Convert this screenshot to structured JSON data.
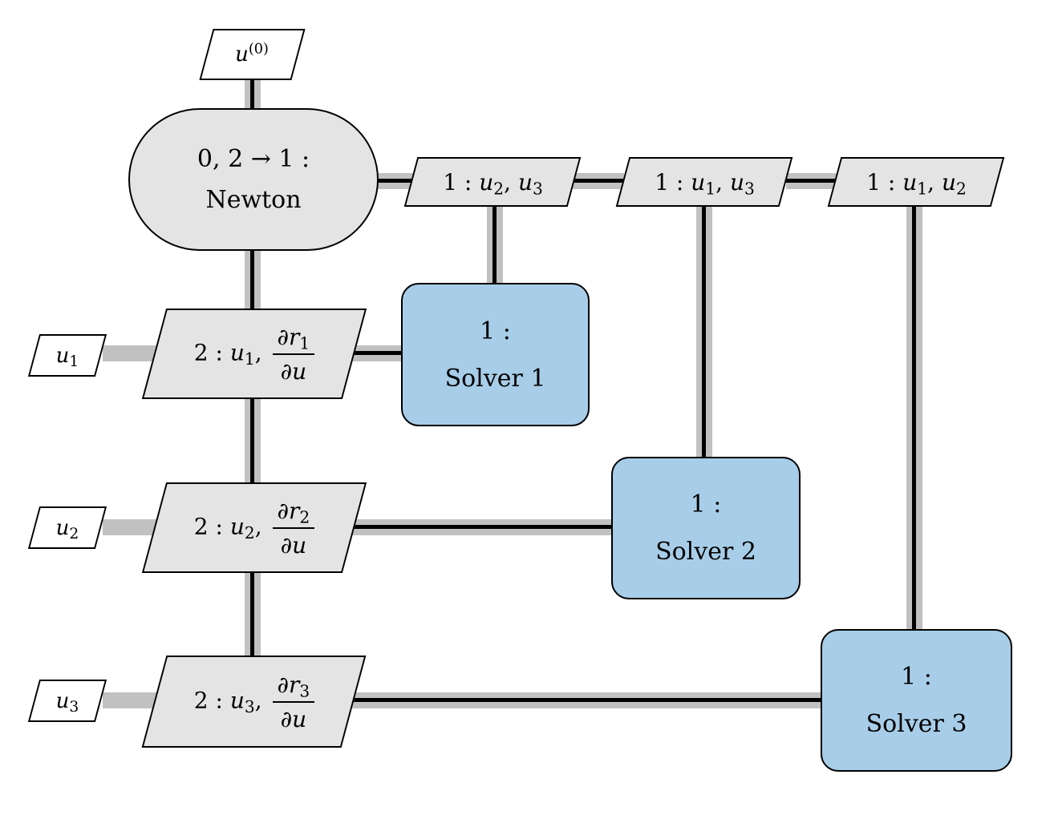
{
  "colors": {
    "node_fill": "#e4e4e4",
    "solver_fill": "#a8cde8",
    "io_fill": "#ffffff",
    "data_line": "#c1c1c1",
    "process_line": "#000000",
    "border": "#000000"
  },
  "nodes": {
    "u0": {
      "var": "u",
      "sup": "(0)"
    },
    "newton": {
      "step": "0, 2 → 1 :",
      "name": "Newton"
    },
    "out1": {
      "step": "1 : ",
      "v1": "u",
      "s1": "2",
      "sep": ", ",
      "v2": "u",
      "s2": "3"
    },
    "out2": {
      "step": "1 : ",
      "v1": "u",
      "s1": "1",
      "sep": ", ",
      "v2": "u",
      "s2": "3"
    },
    "out3": {
      "step": "1 : ",
      "v1": "u",
      "s1": "1",
      "sep": ", ",
      "v2": "u",
      "s2": "2"
    },
    "in1": {
      "var": "u",
      "sub": "1"
    },
    "in2": {
      "var": "u",
      "sub": "2"
    },
    "in3": {
      "var": "u",
      "sub": "3"
    },
    "res1": {
      "step": "2 : ",
      "var": "u",
      "sub": "1",
      "sep": ", ",
      "num": "∂r",
      "num_sub": "1",
      "den": "∂u"
    },
    "res2": {
      "step": "2 : ",
      "var": "u",
      "sub": "2",
      "sep": ", ",
      "num": "∂r",
      "num_sub": "2",
      "den": "∂u"
    },
    "res3": {
      "step": "2 : ",
      "var": "u",
      "sub": "3",
      "sep": ", ",
      "num": "∂r",
      "num_sub": "3",
      "den": "∂u"
    },
    "solver1": {
      "step": "1 :",
      "name": "Solver 1"
    },
    "solver2": {
      "step": "1 :",
      "name": "Solver 2"
    },
    "solver3": {
      "step": "1 :",
      "name": "Solver 3"
    }
  }
}
